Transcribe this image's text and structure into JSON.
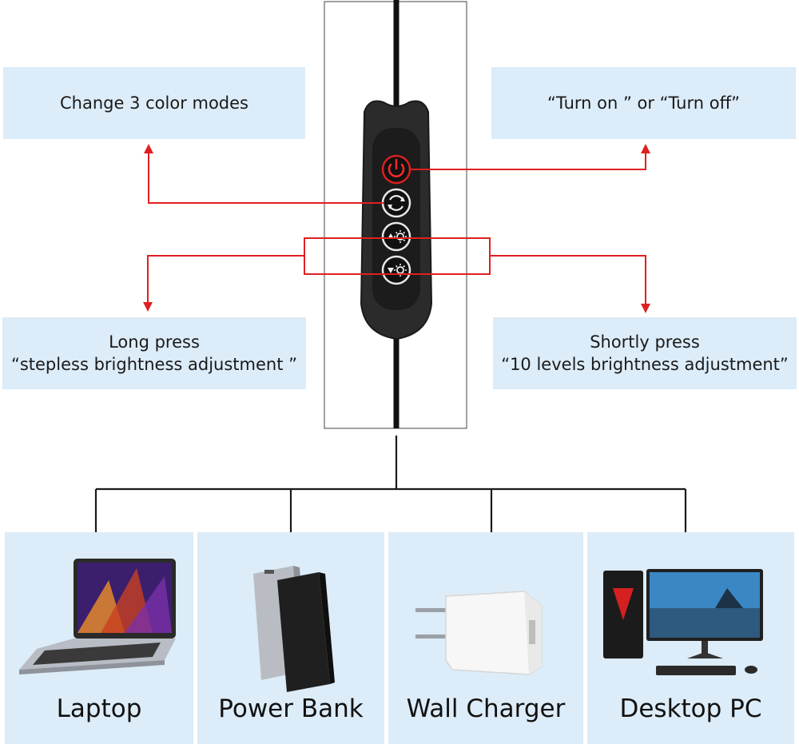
{
  "labels": {
    "color_modes": "Change 3 color modes",
    "power_line1": "“Turn on ” or “Turn off”",
    "long_press_line1": "Long press",
    "long_press_line2": "“stepless brightness adjustment ”",
    "short_press_line1": "Shortly press",
    "short_press_line2": "“10 levels brightness adjustment”"
  },
  "devices": [
    {
      "name": "Laptop"
    },
    {
      "name": "Power Bank"
    },
    {
      "name": "Wall Charger"
    },
    {
      "name": "Desktop PC"
    }
  ],
  "colors": {
    "box_fill": "#dcecf8",
    "arrow_red": "#e02020",
    "line_black": "#1a1a1a",
    "remote_body": "#2b2b2b"
  },
  "icons": [
    "power-icon",
    "color-cycle-icon",
    "brightness-up-icon",
    "brightness-down-icon"
  ]
}
